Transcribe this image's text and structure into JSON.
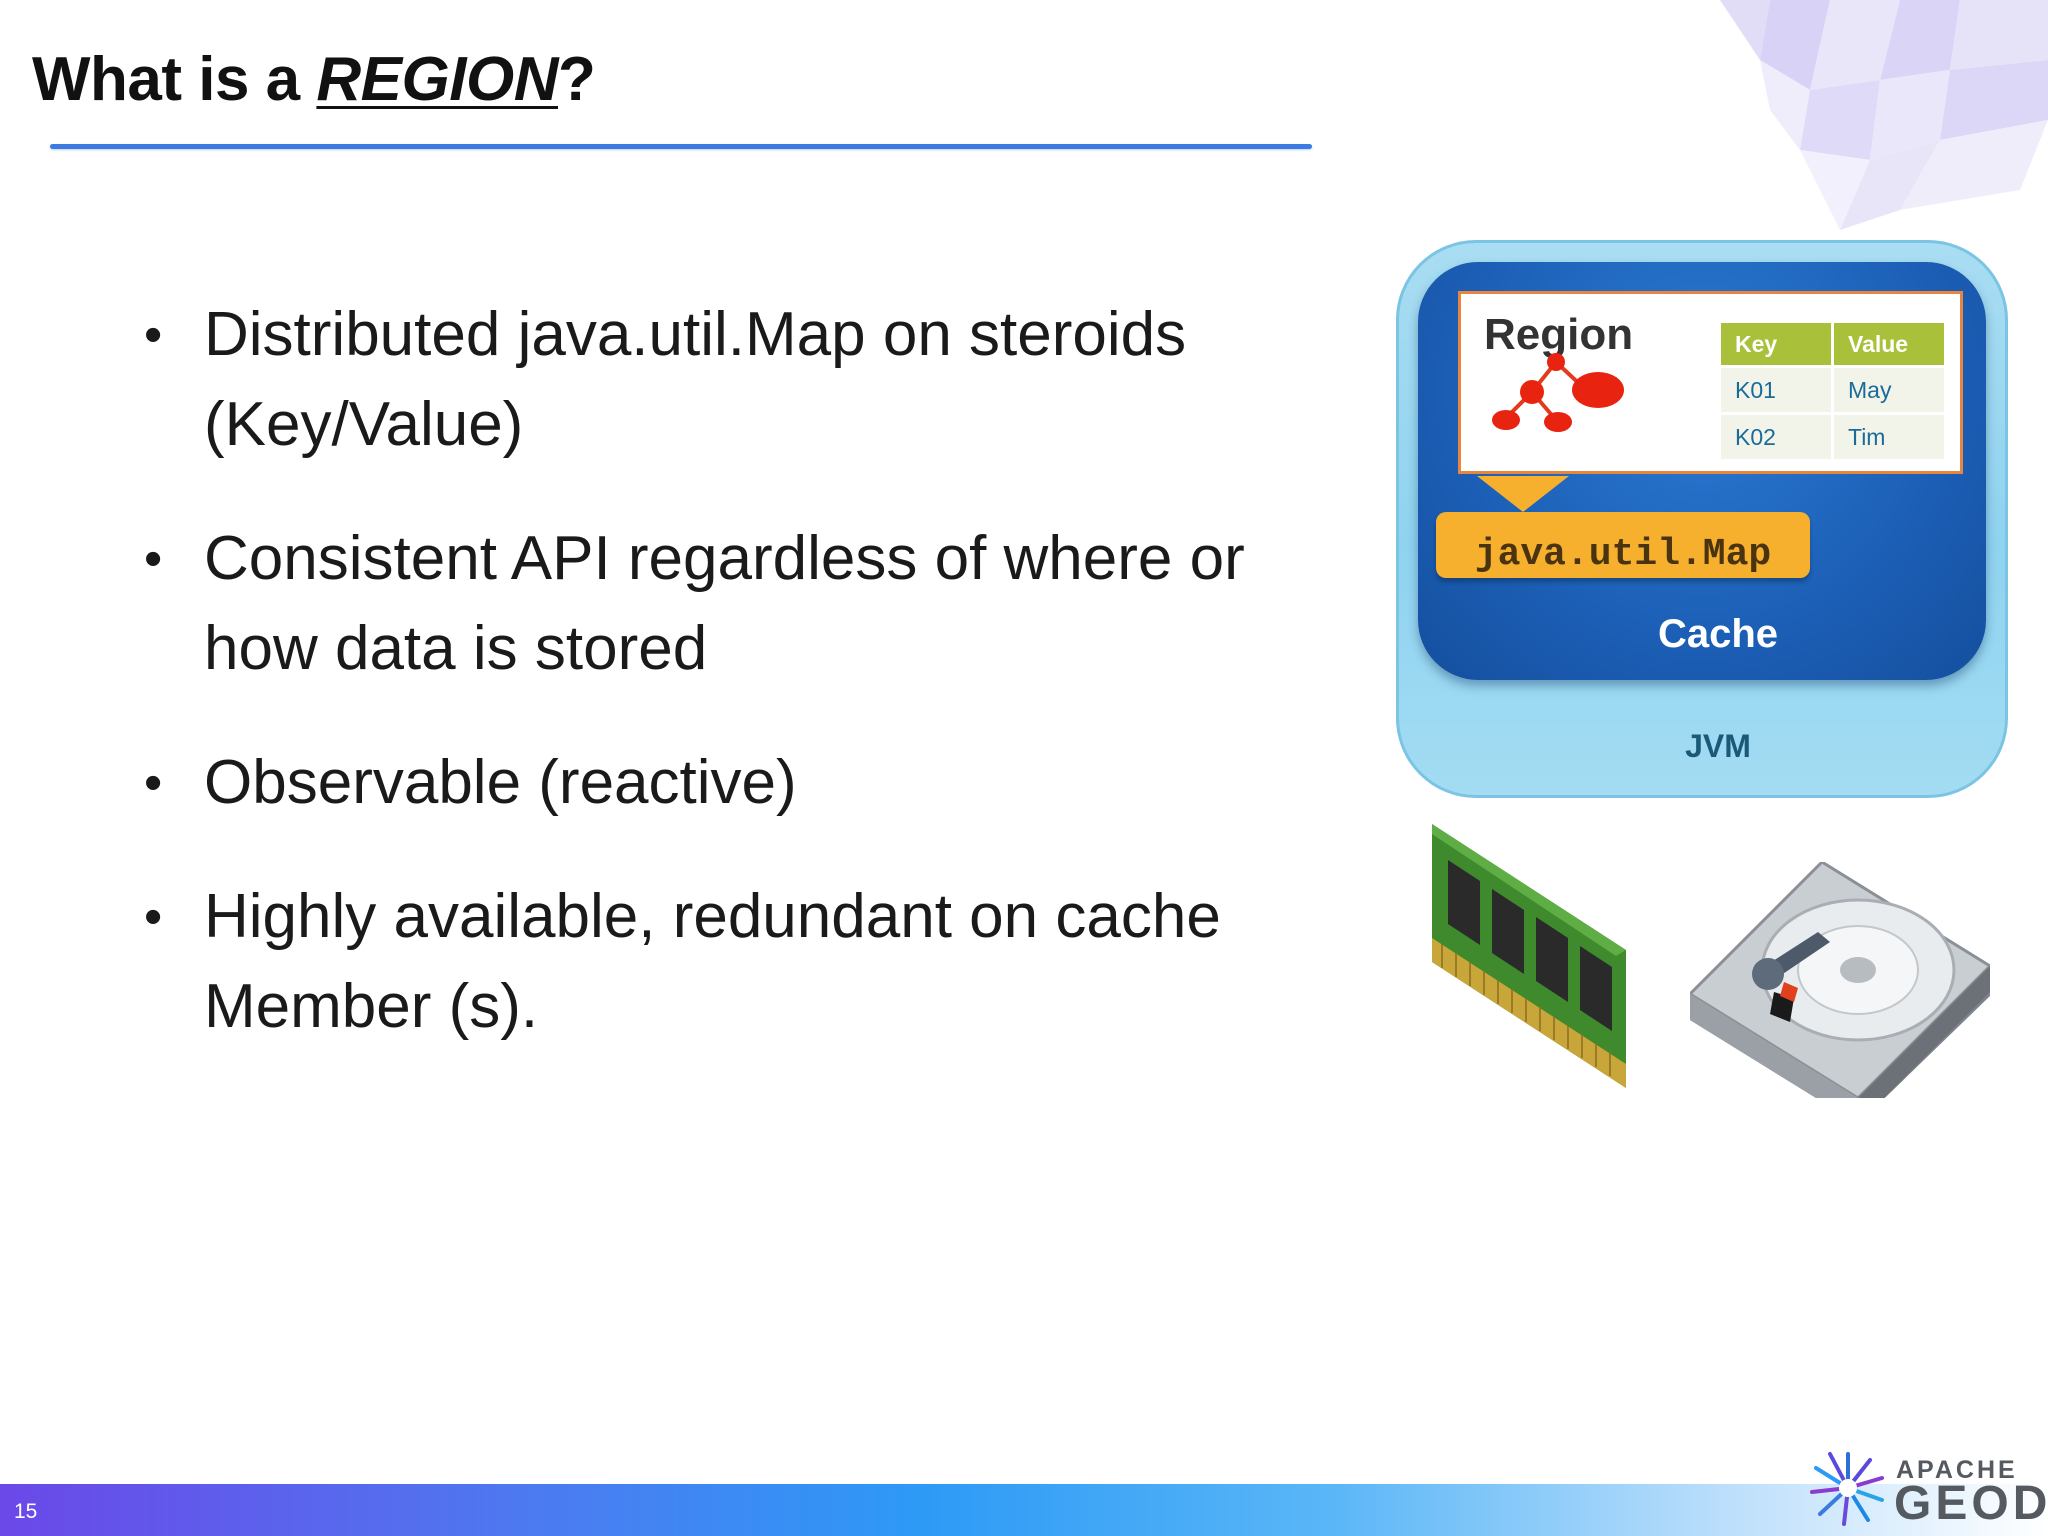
{
  "slide": {
    "title_prefix": "What is a ",
    "title_emphasis": "REGION",
    "title_suffix": "?",
    "number": "15"
  },
  "bullets": [
    "Distributed java.util.Map on steroids (Key/Value)",
    "Consistent API regardless of where or how data is stored",
    "Observable (reactive)",
    "Highly available, redundant on cache Member (s)."
  ],
  "diagram": {
    "region_label": "Region",
    "table": {
      "headers": [
        "Key",
        "Value"
      ],
      "rows": [
        [
          "K01",
          "May"
        ],
        [
          "K02",
          "Tim"
        ]
      ]
    },
    "map_label": "java.util.Map",
    "cache_label": "Cache",
    "jvm_label": "JVM",
    "colors": {
      "jvm": "#8fd3ef",
      "cache": "#1c5fb6",
      "region_border": "#e8863f",
      "map": "#f6b02e",
      "table_header": "#a8c03a"
    }
  },
  "logo": {
    "line1": "APACHE",
    "line2": "GEODE"
  },
  "icons": [
    "crystal-decoration-icon",
    "region-graph-icon",
    "ram-module-icon",
    "hard-drive-icon",
    "geode-logo-icon"
  ]
}
